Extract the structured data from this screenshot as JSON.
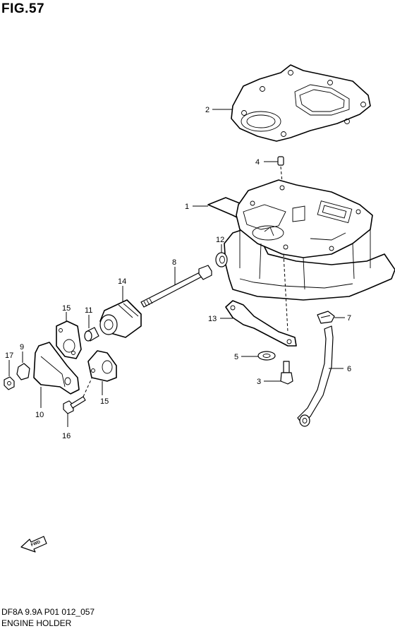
{
  "header": {
    "figure": "FIG.57"
  },
  "footer": {
    "code": "DF8A 9.9A P01 012_057",
    "name": "ENGINE HOLDER"
  },
  "fwd_arrow_text": "FWD",
  "callouts": [
    "1",
    "2",
    "3",
    "4",
    "5",
    "6",
    "7",
    "8",
    "9",
    "10",
    "11",
    "12",
    "13",
    "14",
    "15",
    "15",
    "16",
    "17"
  ]
}
